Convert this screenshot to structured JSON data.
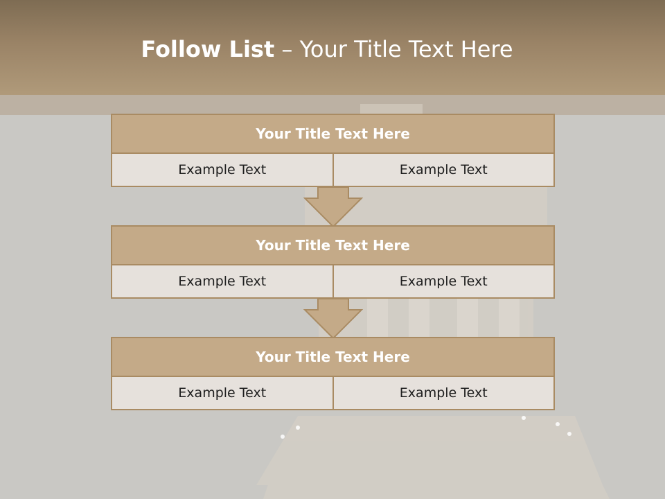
{
  "slide": {
    "title_bold": "Follow List",
    "title_rest": "– Your Title Text Here"
  },
  "steps": [
    {
      "title": "Your Title Text Here",
      "left": "Example Text",
      "right": "Example Text"
    },
    {
      "title": "Your Title Text Here",
      "left": "Example Text",
      "right": "Example Text"
    },
    {
      "title": "Your Title Text Here",
      "left": "Example Text",
      "right": "Example Text"
    }
  ],
  "colors": {
    "header": "#9a8366",
    "block_title": "#c4aa88",
    "border": "#a98b63",
    "cell": "#e6e1dc",
    "background": "#c9c8c4"
  },
  "icons": {
    "connector": "down-arrow-icon"
  }
}
